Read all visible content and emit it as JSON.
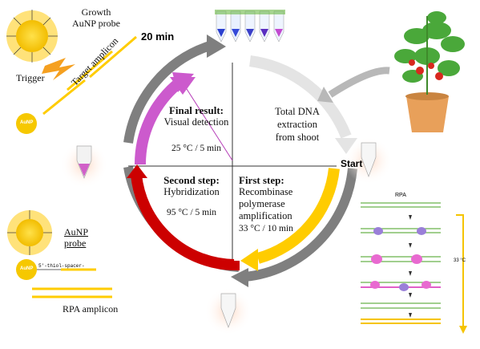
{
  "probe_top": {
    "title_line1": "Growth",
    "title_line2": "AuNP probe"
  },
  "trigger_label": "Trigger",
  "target_amplicon_label": "Target amplicon",
  "aunp_badge": "AuNP",
  "time_label": "20 min",
  "start_label": "Start",
  "extraction": {
    "line1": "Total DNA",
    "line2": "extraction",
    "line3": "from shoot"
  },
  "final_step": {
    "title": "Final result:",
    "subtitle": "Visual detection",
    "condition": "25 °C / 5 min"
  },
  "second_step": {
    "title": "Second step:",
    "subtitle": "Hybridization",
    "condition": "95 °C / 5 min"
  },
  "first_step": {
    "title": "First step:",
    "line1": "Recombinase",
    "line2": "polymerase",
    "line3": "amplification",
    "condition": "33 °C / 10 min"
  },
  "aunp_probe": {
    "line1": "AuNP",
    "line2": "probe"
  },
  "rpa_amplicon_label": "RPA amplicon",
  "rpa_small_label": "RPA",
  "rpa_temp_label": "33 °C",
  "linker_text": "5'-thiol-spacer-",
  "colors": {
    "gray_arrow": "#7f7f7f",
    "magenta": "#cc5acd",
    "red": "#cc0000",
    "yellow": "#ffcc00",
    "gold": "#f2c200"
  }
}
